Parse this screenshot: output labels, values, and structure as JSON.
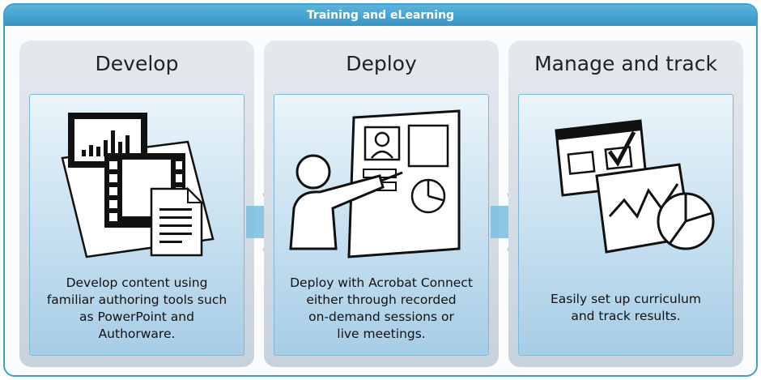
{
  "header": {
    "title": "Training and eLearning"
  },
  "panels": [
    {
      "title": "Develop",
      "description": [
        "Develop content using",
        "familiar authoring tools such",
        "as PowerPoint and",
        "Authorware."
      ]
    },
    {
      "title": "Deploy",
      "description": [
        "Deploy with Acrobat Connect",
        "either through recorded",
        "on-demand sessions or",
        "live meetings."
      ]
    },
    {
      "title": "Manage and track",
      "description": [
        "Easily set up curriculum",
        "and track results."
      ]
    }
  ],
  "colors": {
    "accent": "#3f9fcc",
    "panel": "#d6dde4",
    "card": "#bcdaed",
    "arrow": "#7fc0e2"
  }
}
